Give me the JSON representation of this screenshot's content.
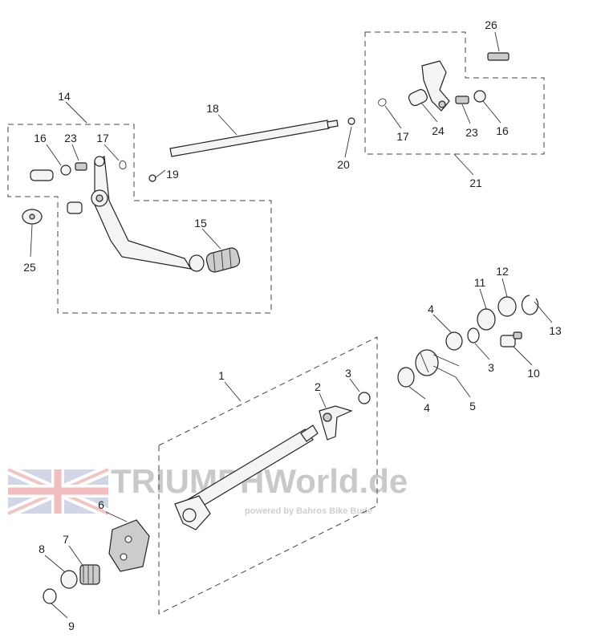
{
  "diagram": {
    "labels": {
      "p1": "1",
      "p2": "2",
      "p3a": "3",
      "p3b": "3",
      "p4a": "4",
      "p4b": "4",
      "p5": "5",
      "p6": "6",
      "p7": "7",
      "p8": "8",
      "p9": "9",
      "p10": "10",
      "p11": "11",
      "p12": "12",
      "p13": "13",
      "p14": "14",
      "p15": "15",
      "p16a": "16",
      "p16b": "16",
      "p17a": "17",
      "p17b": "17",
      "p18": "18",
      "p19": "19",
      "p20": "20",
      "p21": "21",
      "p23a": "23",
      "p23b": "23",
      "p24": "24",
      "p25": "25",
      "p26": "26"
    },
    "watermark": {
      "title": "TRIUMPHWorld.de",
      "subtitle": "powered by Bahros Bike Bude"
    }
  }
}
